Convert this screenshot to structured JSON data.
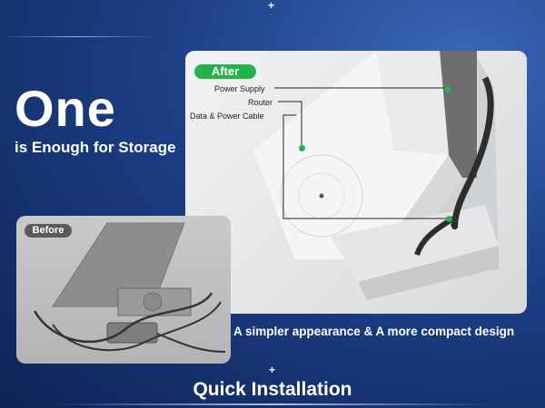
{
  "headline": {
    "big": "One",
    "sub": "is Enough for Storage"
  },
  "after_panel": {
    "badge": "After",
    "callouts": {
      "power_supply": "Power Supply",
      "router": "Router",
      "data_power_cable": "Data & Power Cable"
    },
    "accent_color": "#23b34b"
  },
  "before_panel": {
    "badge": "Before"
  },
  "caption": "A simpler appearance & A more compact design",
  "footer": {
    "title": "Quick Installation"
  },
  "colors": {
    "background": "#1d3f86",
    "accent": "#23b34b"
  }
}
